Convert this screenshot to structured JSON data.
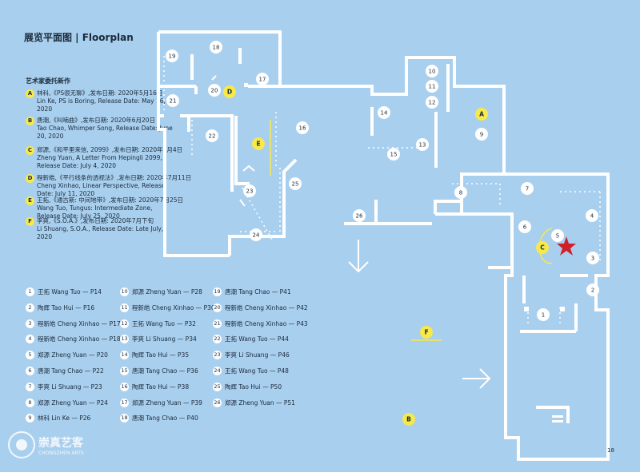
{
  "header": {
    "title": "展览平面图 | Floorplan",
    "commission_title": "艺术家委托新作"
  },
  "commissions": [
    {
      "badge": "A",
      "zh": "林科,《PS很无聊》,发布日期: 2020年5月16日",
      "en": "Lin Ke, PS is Boring, Release Date: May 16, 2020"
    },
    {
      "badge": "B",
      "zh": "唐潮,《叫喃曲》,发布日期: 2020年6月20日",
      "en": "Tao Chao, Whimper Song, Release Date: June 20, 2020"
    },
    {
      "badge": "C",
      "zh": "郑源,《和平里来信, 2099》,发布日期: 2020年7月4日",
      "en": "Zheng Yuan, A Letter From Hepingli 2099, Release Date: July 4, 2020"
    },
    {
      "badge": "D",
      "zh": "程新皓,《平行线条的透视法》,发布日期: 2020年7月11日",
      "en": "Cheng Xinhao, Linear Perspective, Release Date: July 11, 2020"
    },
    {
      "badge": "E",
      "zh": "王拓,《通古斯: 中间地带》,发布日期: 2020年7月25日",
      "en": "Wang Tuo, Tungus: Intermediate Zone, Release Date: July 25, 2020"
    },
    {
      "badge": "F",
      "zh": "李爽,《S.O.A.》,发布日期: 2020年7月下旬",
      "en": "Li Shuang, S.O.A., Release Date: Late July, 2020"
    }
  ],
  "index": [
    {
      "n": "1",
      "text": "王拓 Wang Tuo — P14"
    },
    {
      "n": "2",
      "text": "陶辉 Tao Hui — P16"
    },
    {
      "n": "3",
      "text": "程新皓 Cheng Xinhao — P17"
    },
    {
      "n": "4",
      "text": "程新皓 Cheng Xinhao — P18"
    },
    {
      "n": "5",
      "text": "郑源 Zheng Yuan — P20"
    },
    {
      "n": "6",
      "text": "唐潮 Tang Chao — P22"
    },
    {
      "n": "7",
      "text": "李爽 Li Shuang — P23"
    },
    {
      "n": "8",
      "text": "郑源 Zheng Yuan — P24"
    },
    {
      "n": "9",
      "text": "林科 Lin Ke — P26"
    },
    {
      "n": "10",
      "text": "郑源 Zheng Yuan — P28"
    },
    {
      "n": "11",
      "text": "程新皓 Cheng Xinhao — P30"
    },
    {
      "n": "12",
      "text": "王拓 Wang Tuo — P32"
    },
    {
      "n": "13",
      "text": "李爽 Li Shuang — P34"
    },
    {
      "n": "14",
      "text": "陶辉 Tao Hui — P35"
    },
    {
      "n": "15",
      "text": "唐潮 Tang Chao — P36"
    },
    {
      "n": "16",
      "text": "陶辉 Tao Hui — P38"
    },
    {
      "n": "17",
      "text": "郑源 Zheng Yuan — P39"
    },
    {
      "n": "18",
      "text": "唐潮 Tang Chao — P40"
    },
    {
      "n": "19",
      "text": "唐潮 Tang Chao — P41"
    },
    {
      "n": "20",
      "text": "程新皓 Cheng Xinhao — P42"
    },
    {
      "n": "21",
      "text": "程新皓 Cheng Xinhao — P43"
    },
    {
      "n": "22",
      "text": "王拓 Wang Tuo — P44"
    },
    {
      "n": "23",
      "text": "李爽 Li Shuang — P46"
    },
    {
      "n": "24",
      "text": "王拓 Wang Tuo — P48"
    },
    {
      "n": "25",
      "text": "陶辉 Tao Hui — P50"
    },
    {
      "n": "26",
      "text": "郑源 Zheng Yuan — P51"
    }
  ],
  "plan": {
    "rooms": [
      "1",
      "2",
      "3",
      "4",
      "5",
      "6",
      "7",
      "8",
      "9",
      "10",
      "11",
      "12",
      "13",
      "14",
      "15",
      "16",
      "17",
      "18",
      "19",
      "20",
      "21",
      "22",
      "23",
      "24",
      "25",
      "26"
    ],
    "commission_markers": [
      "A",
      "B",
      "C",
      "D",
      "E",
      "F"
    ]
  },
  "page_number": "18",
  "watermark": {
    "name": "崇真艺客",
    "sub": "CHONGZHEN ARTS"
  },
  "colors": {
    "background": "#a9cfee",
    "walls": "#ffffff",
    "marker": "#f7e94a",
    "star": "#d0202a"
  }
}
